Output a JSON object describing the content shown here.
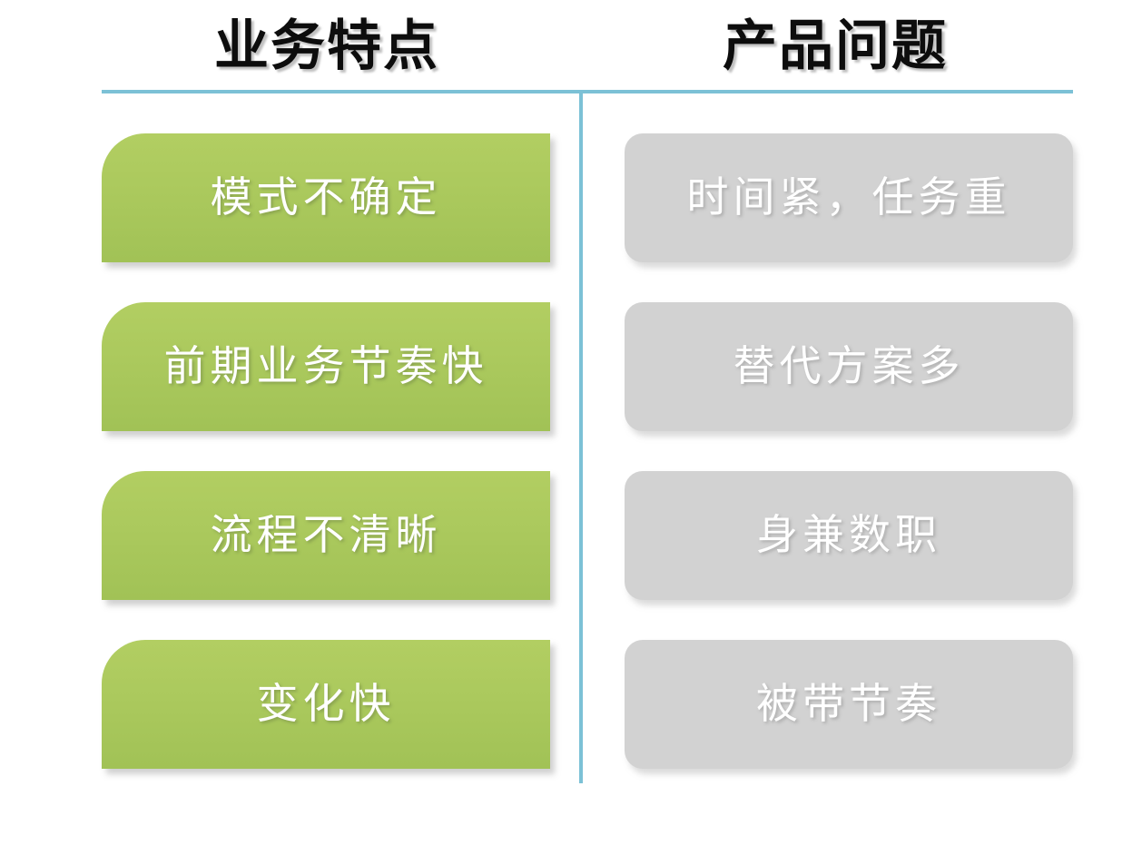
{
  "slide": {
    "background_color": "#ffffff",
    "divider_color": "#7cc1d6"
  },
  "columns": [
    {
      "id": "business-characteristics",
      "heading": "业务特点",
      "card_style": "green",
      "card_color": "#abc95d",
      "text_color": "#ffffff",
      "cards": [
        {
          "label": "模式不确定"
        },
        {
          "label": "前期业务节奏快"
        },
        {
          "label": "流程不清晰"
        },
        {
          "label": "变化快"
        }
      ]
    },
    {
      "id": "product-problems",
      "heading": "产品问题",
      "card_style": "grey",
      "card_color": "#d2d2d2",
      "text_color": "#ffffff",
      "cards": [
        {
          "label": "时间紧，任务重"
        },
        {
          "label": "替代方案多"
        },
        {
          "label": "身兼数职"
        },
        {
          "label": "被带节奏"
        }
      ]
    }
  ]
}
